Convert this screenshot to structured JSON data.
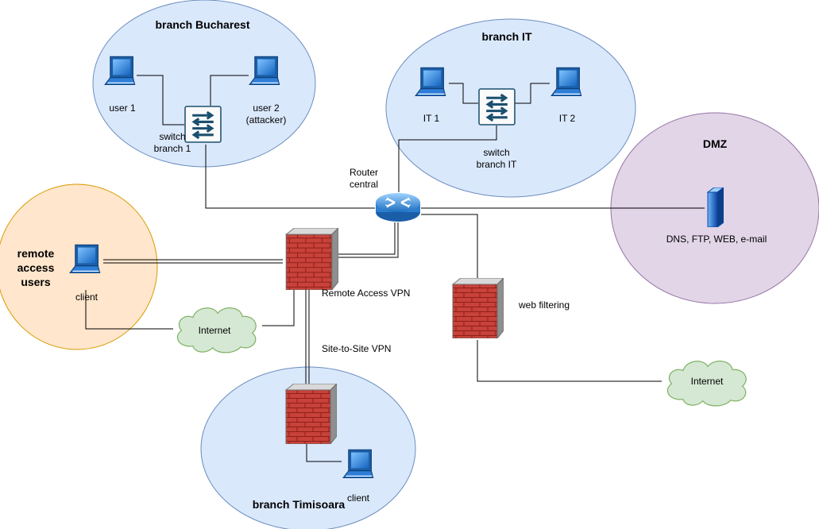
{
  "colors": {
    "branch_fill": "#dae8fc",
    "branch_stroke": "#6c8ebf",
    "dmz_fill": "#e1d5e7",
    "dmz_stroke": "#9673a6",
    "remote_fill": "#ffe6cc",
    "remote_stroke": "#d79b00",
    "cloud_fill": "#d5e8d4",
    "cloud_stroke": "#82b366",
    "firewall_brick": "#c0392b",
    "router_blue": "#3a8fd6",
    "laptop_blue": "#1e88e5"
  },
  "groups": {
    "bucharest": "branch Bucharest",
    "it": "branch IT",
    "dmz": "DMZ",
    "remote": [
      "remote",
      "access",
      "users"
    ],
    "timisoara": "branch Timisoara"
  },
  "devices": {
    "user1": "user 1",
    "user2": [
      "user 2",
      "(attacker)"
    ],
    "switch1": [
      "switch",
      "branch 1"
    ],
    "it1": "IT 1",
    "it2": "IT 2",
    "switch_it": [
      "switch",
      "branch IT"
    ],
    "router": [
      "Router",
      "central"
    ],
    "dmz_server": "DNS, FTP, WEB, e-mail",
    "remote_client": "client",
    "timisoara_client": "client"
  },
  "clouds": {
    "internet_left": "Internet",
    "internet_right": "Internet"
  },
  "annotations": {
    "remote_vpn": "Remote Access VPN",
    "site_vpn": "Site-to-Site VPN",
    "web_filtering": "web filtering"
  }
}
